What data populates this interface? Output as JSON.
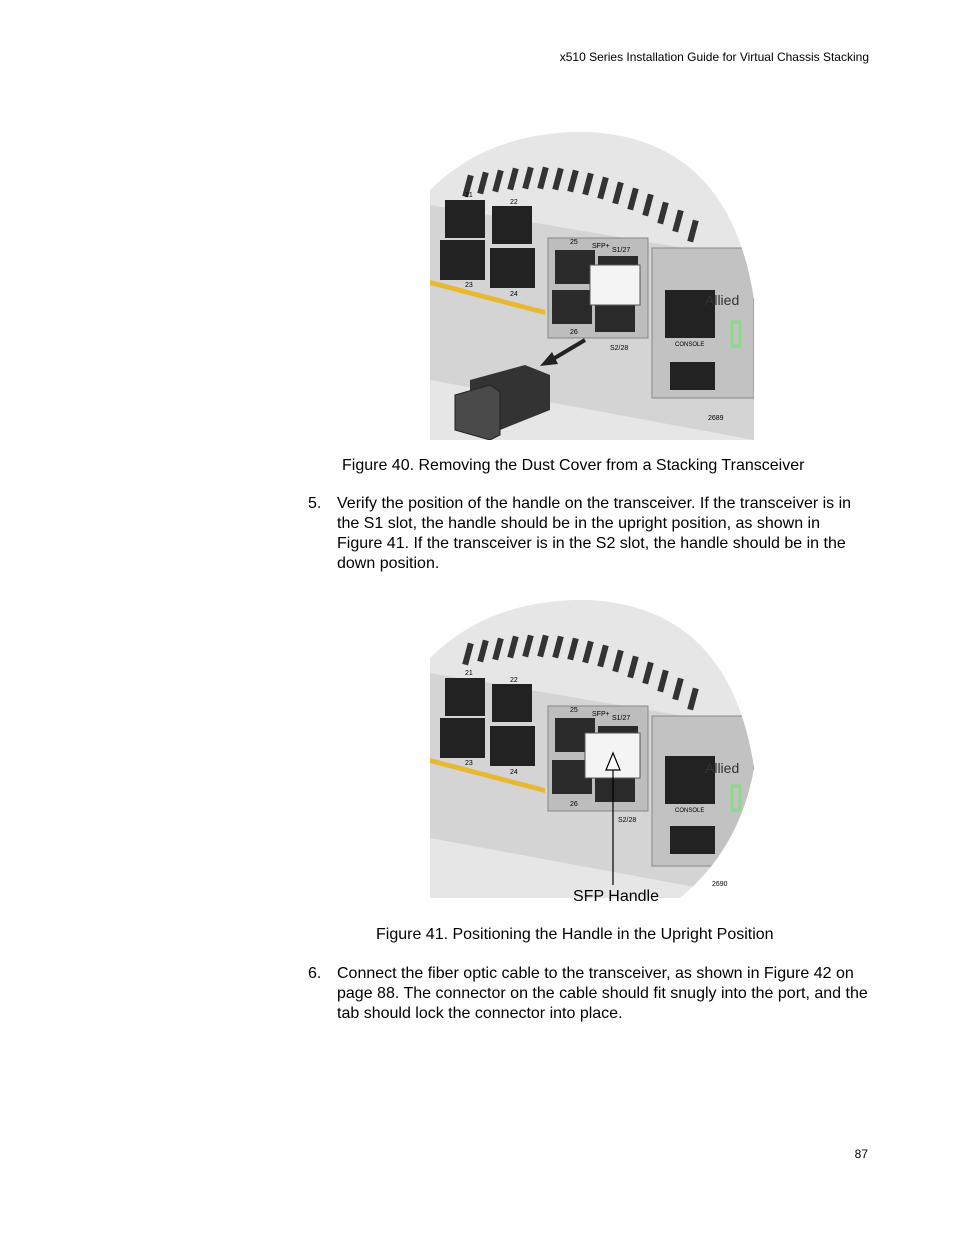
{
  "header": {
    "title": "x510 Series Installation Guide for Virtual Chassis Stacking"
  },
  "figure40": {
    "caption": "Figure 40. Removing the Dust Cover from a Stacking Transceiver",
    "art_number": "2689",
    "labels": {
      "p21": "21",
      "p22": "22",
      "p23": "23",
      "p24": "24",
      "p25": "25",
      "p26": "26",
      "sfp": "SFP+",
      "s1s2": "S1/27",
      "s2": "S2/28",
      "console": "CONSOLE",
      "brand": "Allied"
    }
  },
  "step5": {
    "number": "5.",
    "text": "Verify the position of the handle on the transceiver. If the transceiver is in the S1 slot, the handle should be in the upright position, as shown in Figure 41. If the transceiver is in the S2 slot, the handle should be in the down position."
  },
  "figure41": {
    "caption": "Figure 41. Positioning the Handle in the Upright Position",
    "art_number": "2690",
    "callout": "SFP Handle",
    "labels": {
      "p21": "21",
      "p22": "22",
      "p23": "23",
      "p24": "24",
      "p25": "25",
      "p26": "26",
      "sfp": "SFP+",
      "s1s2": "S1/27",
      "s2": "S2/28",
      "console": "CONSOLE",
      "brand": "Allied"
    }
  },
  "step6": {
    "number": "6.",
    "text": "Connect the fiber optic cable to the transceiver, as shown in Figure 42 on page 88. The connector on the cable should fit snugly into the port, and the tab should lock the connector into place."
  },
  "footer": {
    "page_number": "87"
  },
  "colors": {
    "chassis": "#dcdcdc",
    "port": "#2a2a2a",
    "accent": "#e8b830",
    "led": "#8cd88c"
  }
}
